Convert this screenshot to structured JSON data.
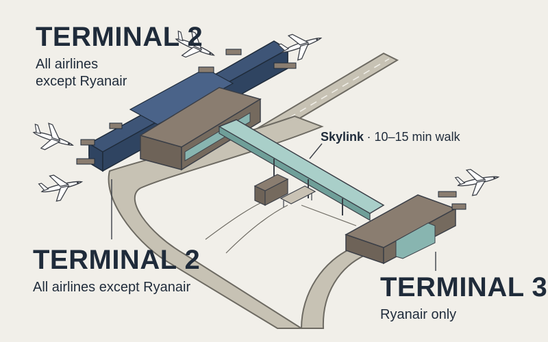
{
  "colors": {
    "background": "#f1efe9",
    "road": "#c7c2b4",
    "road_stroke": "#6d6a62",
    "terminal2_roof": "#3e5577",
    "terminal2_wall": "#2f4461",
    "brown_roof": "#8a7d70",
    "brown_wall": "#6e6358",
    "glass": "#88b5b0",
    "text": "#1f2b3a"
  },
  "labels": {
    "t2_top": {
      "title": "TERMINAL 2",
      "line1": "All airlines",
      "line2": "except Ryanair"
    },
    "t2_bottom": {
      "title": "TERMINAL 2",
      "subtitle": "All airlines except Ryanair"
    },
    "t3": {
      "title": "TERMINAL 3",
      "subtitle": "Ryanair only"
    },
    "skylink": {
      "name": "Skylink",
      "detail": "· 10–15 min walk"
    }
  },
  "icons": [
    "airplane-icon",
    "terminal-building",
    "skylink-walkway"
  ]
}
